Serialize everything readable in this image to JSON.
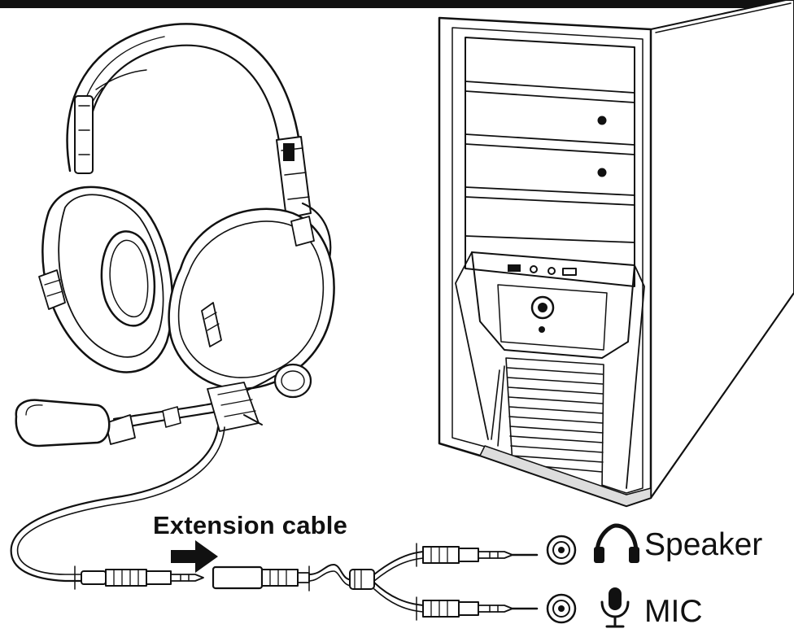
{
  "labels": {
    "extension_cable": "Extension cable",
    "speaker": "Speaker",
    "mic": "MIC"
  },
  "icons": {
    "arrow": "right-arrow-icon",
    "speaker": "headphones-icon",
    "mic": "microphone-icon"
  },
  "colors": {
    "ink": "#111111",
    "paper": "#ffffff",
    "panel_fill": "#f2f2f2",
    "shade": "#d9d9d9"
  }
}
